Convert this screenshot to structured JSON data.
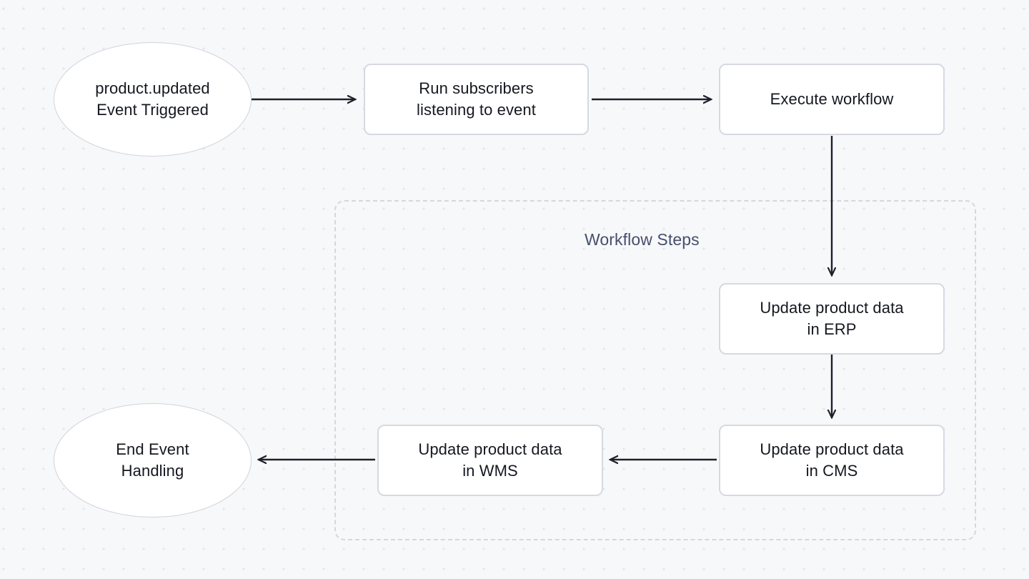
{
  "diagram": {
    "type": "flowchart",
    "background_color": "#f7f8fa",
    "dot_grid_color": "#e4e6ec",
    "node_fill": "#ffffff",
    "node_border_color": "#d6d9e1",
    "edge_color": "#1d212b",
    "group_border_color": "#d3d7e0",
    "group_label_color": "#46506b",
    "node_text_color": "#15181f",
    "group": {
      "label": "Workflow Steps"
    },
    "nodes": [
      {
        "id": "event-triggered",
        "shape": "ellipse",
        "label": "product.updated\nEvent Triggered"
      },
      {
        "id": "run-subscribers",
        "shape": "rect",
        "label": "Run subscribers\nlistening to event"
      },
      {
        "id": "execute-workflow",
        "shape": "rect",
        "label": "Execute workflow"
      },
      {
        "id": "update-erp",
        "shape": "rect",
        "label": "Update product data\nin ERP"
      },
      {
        "id": "update-cms",
        "shape": "rect",
        "label": "Update product data\nin CMS"
      },
      {
        "id": "update-wms",
        "shape": "rect",
        "label": "Update product data\nin WMS"
      },
      {
        "id": "end-event-handling",
        "shape": "ellipse",
        "label": "End Event\nHandling"
      }
    ],
    "edges": [
      {
        "from": "event-triggered",
        "to": "run-subscribers",
        "direction": "right"
      },
      {
        "from": "run-subscribers",
        "to": "execute-workflow",
        "direction": "right"
      },
      {
        "from": "execute-workflow",
        "to": "update-erp",
        "direction": "down"
      },
      {
        "from": "update-erp",
        "to": "update-cms",
        "direction": "down"
      },
      {
        "from": "update-cms",
        "to": "update-wms",
        "direction": "left"
      },
      {
        "from": "update-wms",
        "to": "end-event-handling",
        "direction": "left"
      }
    ]
  }
}
